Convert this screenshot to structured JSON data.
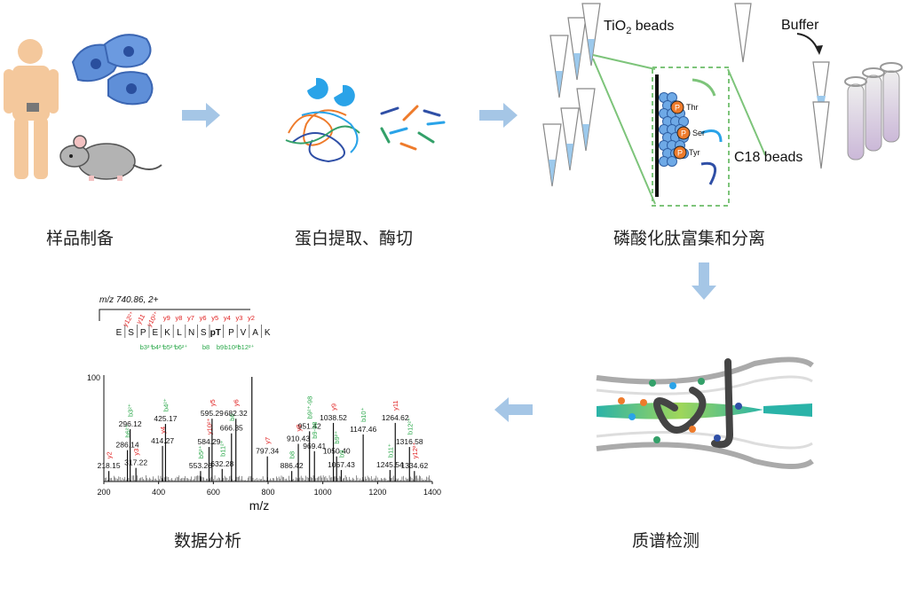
{
  "steps": [
    {
      "label": "样品制备"
    },
    {
      "label": "蛋白提取、酶切"
    },
    {
      "label": "磷酸化肽富集和分离"
    },
    {
      "label": "质谱检测"
    },
    {
      "label": "数据分析"
    }
  ],
  "enrichment": {
    "tio2_label_main": "TiO",
    "tio2_label_sub": "2",
    "tio2_label_tail": " beads",
    "buffer_label": "Buffer",
    "c18_label": "C18 beads",
    "p_badge": "P",
    "residues": [
      "Thr",
      "Ser",
      "Tyr"
    ]
  },
  "spectrum": {
    "precursor": "m/z 740.86, 2+",
    "sequence": [
      "E",
      "S",
      "P",
      "E",
      "K",
      "L",
      "N",
      "S",
      "pT",
      "P",
      "V",
      "A",
      "K"
    ],
    "y_ions_top": [
      "y12²⁺",
      "y11",
      "y10²⁺",
      "y9",
      "y8",
      "y7",
      "y6",
      "y5",
      "y4",
      "y3",
      "y2"
    ],
    "b_ions_bottom": [
      "b3²⁺",
      "b4²⁺",
      "b5²⁺",
      "b6²⁺",
      "b8",
      "b9",
      "b10²⁺",
      "b12²⁺"
    ],
    "colors": {
      "y": "#e02020",
      "b": "#2aa84a",
      "peak": "#111111"
    },
    "chart_data": {
      "type": "bar",
      "xlabel": "m/z",
      "ylabel": "",
      "xlim": [
        200,
        1400
      ],
      "ylim": [
        0,
        100
      ],
      "xticks": [
        "200",
        "400",
        "600",
        "800",
        "1000",
        "1200",
        "1400"
      ],
      "ytick_label": "100",
      "peaks": [
        {
          "mz": 218.15,
          "intensity": 10,
          "label": "218.15",
          "ion": "y2",
          "ion_type": "y"
        },
        {
          "mz": 286.14,
          "intensity": 30,
          "label": "286.14",
          "ion": "b6²⁺",
          "ion_type": "b"
        },
        {
          "mz": 296.12,
          "intensity": 50,
          "label": "296.12",
          "ion": "b3²⁺",
          "ion_type": "b"
        },
        {
          "mz": 317.22,
          "intensity": 13,
          "label": "317.22",
          "ion": "y3",
          "ion_type": "y"
        },
        {
          "mz": 414.27,
          "intensity": 34,
          "label": "414.27",
          "ion": "y4",
          "ion_type": "y"
        },
        {
          "mz": 425.17,
          "intensity": 55,
          "label": "425.17",
          "ion": "b4²⁺",
          "ion_type": "b"
        },
        {
          "mz": 553.26,
          "intensity": 10,
          "label": "553.26",
          "ion": "b5²⁺",
          "ion_type": "b"
        },
        {
          "mz": 584.29,
          "intensity": 33,
          "label": "584.29",
          "ion": "y10²⁺",
          "ion_type": "y"
        },
        {
          "mz": 595.29,
          "intensity": 60,
          "label": "595.29",
          "ion": "y5",
          "ion_type": "y"
        },
        {
          "mz": 632.28,
          "intensity": 12,
          "label": "632.28",
          "ion": "b11²⁺",
          "ion_type": "b"
        },
        {
          "mz": 666.35,
          "intensity": 46,
          "label": "666.35",
          "ion": "b6",
          "ion_type": "b"
        },
        {
          "mz": 682.32,
          "intensity": 60,
          "label": "682.32",
          "ion": "y6",
          "ion_type": "y"
        },
        {
          "mz": 740.86,
          "intensity": 100,
          "label": "",
          "ion": "",
          "ion_type": ""
        },
        {
          "mz": 797.34,
          "intensity": 24,
          "label": "797.34",
          "ion": "y7",
          "ion_type": "y"
        },
        {
          "mz": 886.42,
          "intensity": 10,
          "label": "886.42",
          "ion": "b8",
          "ion_type": "b"
        },
        {
          "mz": 910.43,
          "intensity": 36,
          "label": "910.43",
          "ion": "y8",
          "ion_type": "y"
        },
        {
          "mz": 951.42,
          "intensity": 48,
          "label": "951.42",
          "ion": "b9²⁺-98",
          "ion_type": "b"
        },
        {
          "mz": 969.41,
          "intensity": 29,
          "label": "969.41",
          "ion": "b9-98",
          "ion_type": "b"
        },
        {
          "mz": 1038.52,
          "intensity": 56,
          "label": "1038.52",
          "ion": "y9",
          "ion_type": "y"
        },
        {
          "mz": 1050.4,
          "intensity": 24,
          "label": "1050.40",
          "ion": "b9²⁺",
          "ion_type": "b"
        },
        {
          "mz": 1067.43,
          "intensity": 11,
          "label": "1067.43",
          "ion": "b9",
          "ion_type": "b"
        },
        {
          "mz": 1147.46,
          "intensity": 45,
          "label": "1147.46",
          "ion": "b10⁺",
          "ion_type": "b"
        },
        {
          "mz": 1245.54,
          "intensity": 11,
          "label": "1245.54",
          "ion": "b11⁺",
          "ion_type": "b"
        },
        {
          "mz": 1264.62,
          "intensity": 56,
          "label": "1264.62",
          "ion": "y11",
          "ion_type": "y"
        },
        {
          "mz": 1316.58,
          "intensity": 33,
          "label": "1316.58",
          "ion": "b12²⁺",
          "ion_type": "b"
        },
        {
          "mz": 1334.62,
          "intensity": 10,
          "label": "1334.62",
          "ion": "y12²⁺",
          "ion_type": "y"
        }
      ]
    }
  }
}
